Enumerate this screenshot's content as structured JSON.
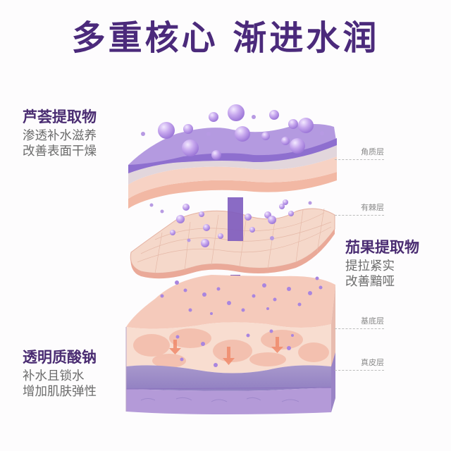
{
  "title": "多重核心 渐进水润",
  "ingredients": [
    {
      "name": "芦荟提取物",
      "benefits": [
        "渗透补水滋养",
        "改善表面干燥"
      ]
    },
    {
      "name": "茄果提取物",
      "benefits": [
        "提拉紧实",
        "改善黯哑"
      ]
    },
    {
      "name": "透明质酸钠",
      "benefits": [
        "补水且锁水",
        "增加肌肤弹性"
      ]
    }
  ],
  "skin_layers": [
    {
      "label": "角质层"
    },
    {
      "label": "有棘层"
    },
    {
      "label": "基底层"
    },
    {
      "label": "真皮层"
    }
  ],
  "colors": {
    "title": "#4b2a7b",
    "ingredient_heading": "#4a2c72",
    "ingredient_text": "#6b6b6b",
    "layer_label": "#8a8a8a",
    "purple_layer": "#a98ad8",
    "skin_pink": "#f6cfc2",
    "dermis_purple": "#9a86c8",
    "arrow_purple": "#7d5bbf",
    "arrow_orange": "#f08a6c"
  }
}
